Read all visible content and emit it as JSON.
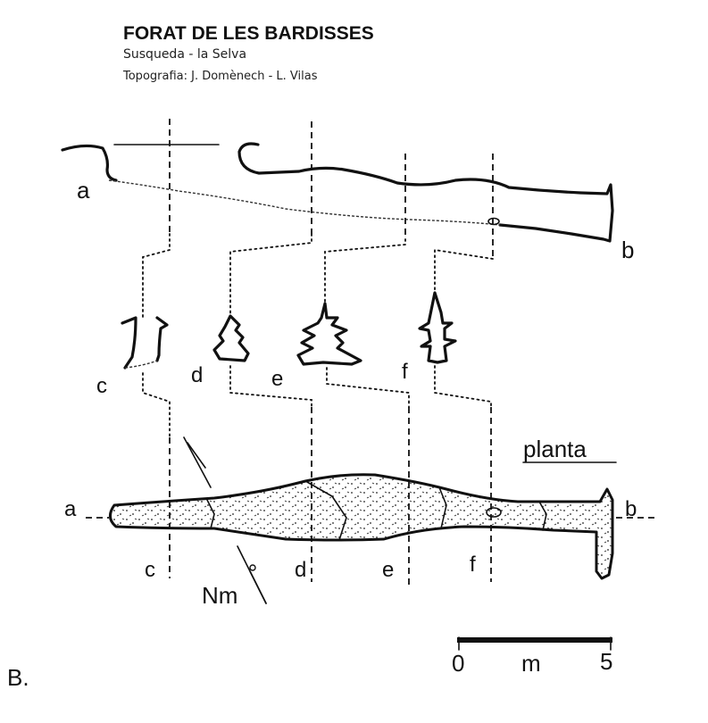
{
  "header": {
    "title": "FORAT DE LES BARDISSES",
    "location": "Susqueda - la Selva",
    "credits": "Topografia: J. Domènech - L. Vilas"
  },
  "labels": {
    "section_start": "a",
    "section_end": "b",
    "cross_c": "c",
    "cross_d": "d",
    "cross_e": "e",
    "cross_f": "f",
    "plan_title": "planta",
    "north": "Nm"
  },
  "scale_bar": {
    "start": "0",
    "unit": "m",
    "end": "5"
  },
  "figure_letter": "B."
}
